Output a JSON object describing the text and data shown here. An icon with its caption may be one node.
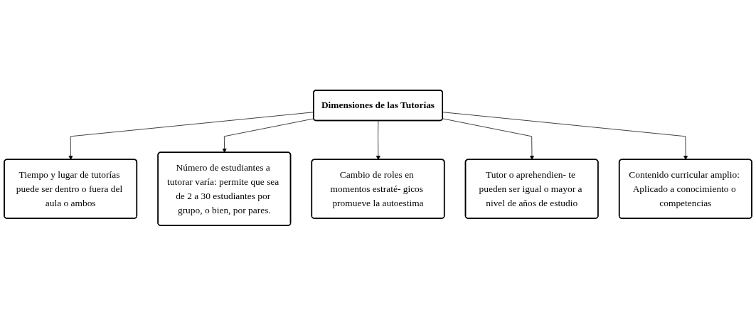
{
  "diagram": {
    "nodes": [
      {
        "text": [
          "Dimensiones de las Tutorías"
        ]
      },
      {
        "text": [
          "Tiempo y lugar de tutorías puede ser dentro o fuera del aula o ambos"
        ]
      },
      {
        "text": [
          "Número de estudiantes a tutorar varía: permite que sea de 2 a 30 estudiantes por grupo, o bien, por pares."
        ]
      },
      {
        "text": [
          "Cambio de roles en momentos estraté- gicos promueve la autoestima"
        ]
      },
      {
        "text": [
          "Tutor o aprehendien- te pueden ser igual o mayor a nivel de años de estudio"
        ]
      },
      {
        "text": [
          "Contenido curricular amplio: Aplicado a conocimiento o competencias"
        ]
      }
    ],
    "edges": [
      {
        "from": 0,
        "to": 1,
        "arrow": "to"
      },
      {
        "from": 0,
        "to": 2,
        "arrow": "to"
      },
      {
        "from": 0,
        "to": 3,
        "arrow": "to"
      },
      {
        "from": 0,
        "to": 4,
        "arrow": "to"
      },
      {
        "from": 0,
        "to": 5,
        "arrow": "to"
      }
    ]
  }
}
